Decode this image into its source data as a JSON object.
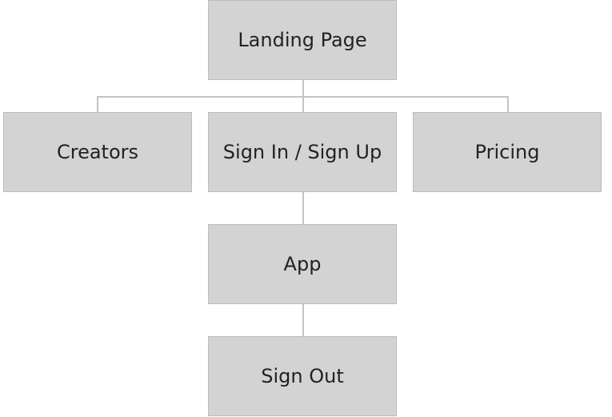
{
  "diagram": {
    "nodes": {
      "landing": "Landing Page",
      "creators": "Creators",
      "signin": "Sign In / Sign Up",
      "pricing": "Pricing",
      "app": "App",
      "signout": "Sign Out"
    },
    "edges": [
      [
        "landing",
        "creators"
      ],
      [
        "landing",
        "signin"
      ],
      [
        "landing",
        "pricing"
      ],
      [
        "signin",
        "app"
      ],
      [
        "app",
        "signout"
      ]
    ],
    "colors": {
      "node_fill": "#d3d3d3",
      "node_border": "#bcbcbc",
      "connector": "#c4c4c4",
      "text": "#222222"
    }
  }
}
